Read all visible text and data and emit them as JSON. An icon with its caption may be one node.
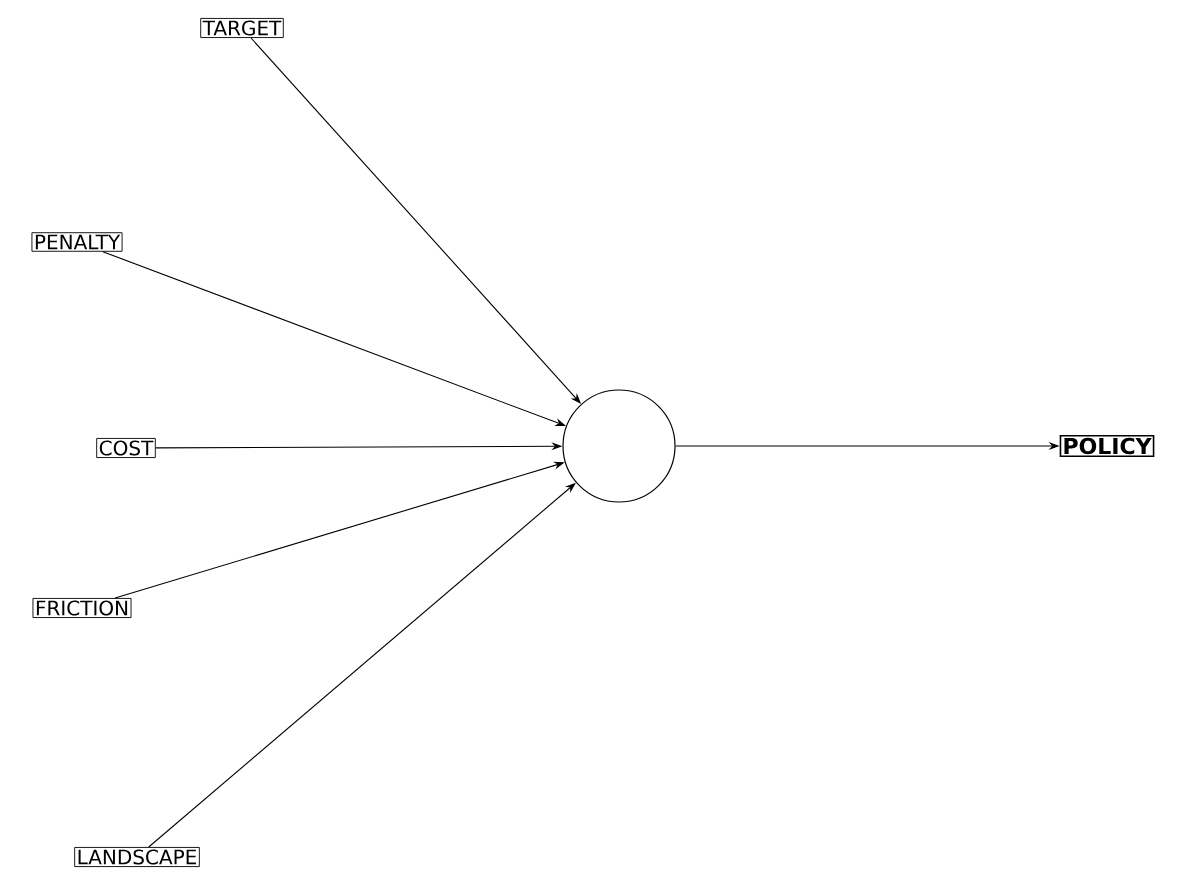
{
  "diagram": {
    "nodes": [
      {
        "text": [
          "TARGET"
        ]
      },
      {
        "text": [
          "PENALTY"
        ]
      },
      {
        "text": [
          "COST"
        ]
      },
      {
        "text": [
          "FRICTION"
        ]
      },
      {
        "text": [
          "LANDSCAPE"
        ]
      },
      {
        "text": [],
        "shape": "circle"
      },
      {
        "text": [
          "POLICY"
        ]
      }
    ],
    "edges": [
      {
        "from": 0,
        "to": 5,
        "arrow": "to"
      },
      {
        "from": 1,
        "to": 5,
        "arrow": "to"
      },
      {
        "from": 2,
        "to": 5,
        "arrow": "to"
      },
      {
        "from": 3,
        "to": 5,
        "arrow": "to"
      },
      {
        "from": 4,
        "to": 5,
        "arrow": "to"
      },
      {
        "from": 5,
        "to": 6,
        "arrow": "to"
      }
    ]
  }
}
